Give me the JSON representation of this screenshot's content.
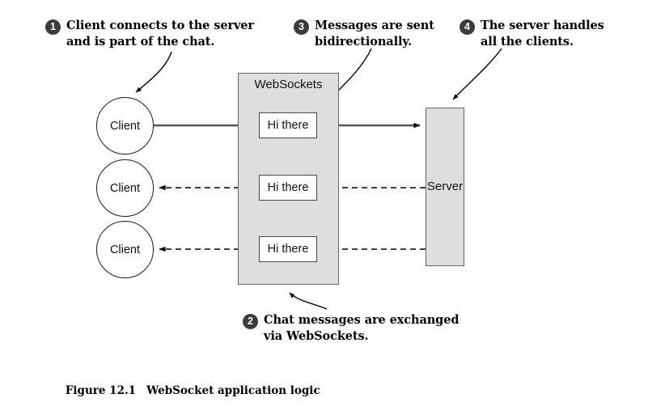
{
  "figure": {
    "caption_number": "Figure 12.1",
    "caption_title": "WebSocket application logic"
  },
  "callouts": [
    {
      "number": "1",
      "text": "Client connects to the server\nand is part of the chat.",
      "target": "client-1"
    },
    {
      "number": "2",
      "text": "Chat messages are exchanged\nvia WebSockets.",
      "target": "websockets-panel"
    },
    {
      "number": "3",
      "text": "Messages are sent\nbidirectionally.",
      "target": "message-box-1"
    },
    {
      "number": "4",
      "text": "The server handles\nall the clients.",
      "target": "server-box"
    }
  ],
  "diagram": {
    "panel_label": "WebSockets",
    "server_label": "Server",
    "clients": [
      {
        "label": "Client"
      },
      {
        "label": "Client"
      },
      {
        "label": "Client"
      }
    ],
    "messages": [
      {
        "label": "Hi there",
        "direction": "client-to-server",
        "style": "solid"
      },
      {
        "label": "Hi there",
        "direction": "server-to-client",
        "style": "dashed"
      },
      {
        "label": "Hi there",
        "direction": "server-to-client",
        "style": "dashed"
      }
    ]
  },
  "colors": {
    "panel_fill": "#dedede",
    "panel_stroke": "#666666",
    "node_stroke": "#1b1b1b",
    "badge_fill": "#3c3c3c",
    "solid_line": "#555555",
    "dashed_line": "#000000",
    "background": "#ffffff"
  }
}
